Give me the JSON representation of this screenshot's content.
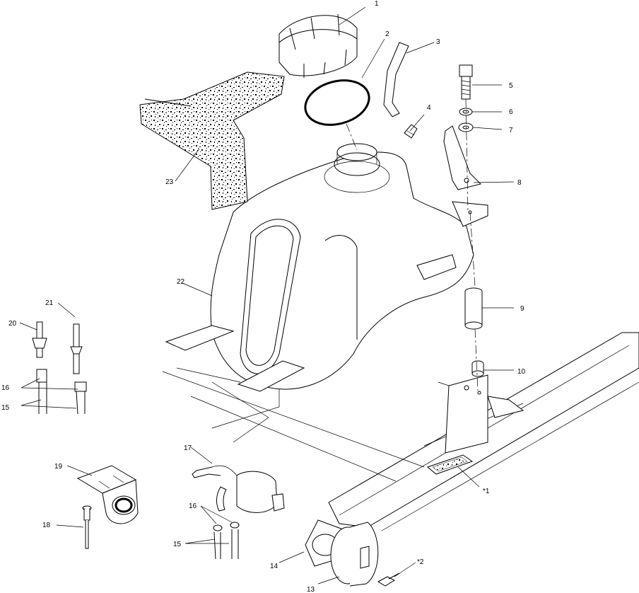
{
  "diagram": {
    "callouts": {
      "c1": "1",
      "c2": "2",
      "c3": "3",
      "c4": "4",
      "c5": "5",
      "c6": "6",
      "c7": "7",
      "c8": "8",
      "c9": "9",
      "c10": "10",
      "c11": "*1",
      "c12": "*2",
      "c13": "13",
      "c14": "14",
      "c15a": "15",
      "c15b": "15",
      "c16a": "16",
      "c16b": "16",
      "c17": "17",
      "c18": "18",
      "c19": "19",
      "c20": "20",
      "c21": "21",
      "c22": "22",
      "c23": "23"
    }
  }
}
